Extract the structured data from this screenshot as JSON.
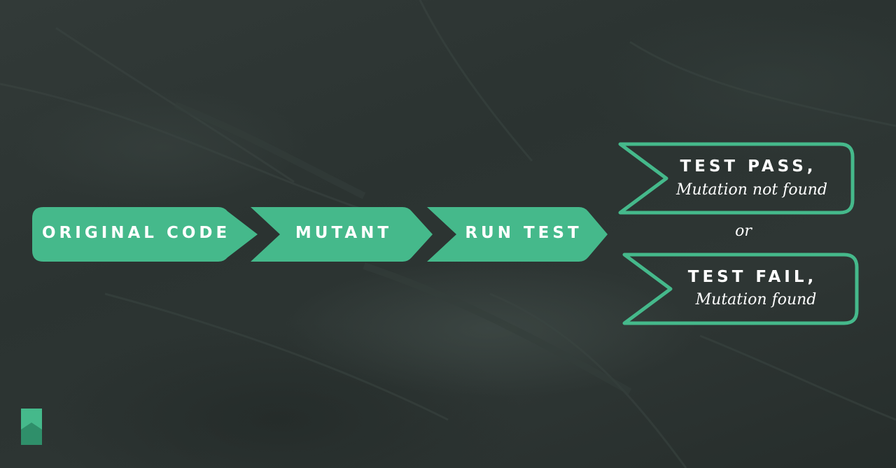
{
  "colors": {
    "accent": "#45b98b",
    "accent_dark": "#2f8f6a",
    "text": "#ffffff",
    "background": "#2b3331"
  },
  "flow": {
    "steps": [
      {
        "label": "ORIGINAL CODE"
      },
      {
        "label": "MUTANT"
      },
      {
        "label": "RUN TEST"
      }
    ]
  },
  "outcomes": {
    "pass": {
      "title": "TEST PASS,",
      "subtitle": "Mutation not found"
    },
    "separator": "or",
    "fail": {
      "title": "TEST FAIL,",
      "subtitle": "Mutation found"
    }
  },
  "logo": {
    "icon": "bookmark-logo-icon"
  }
}
